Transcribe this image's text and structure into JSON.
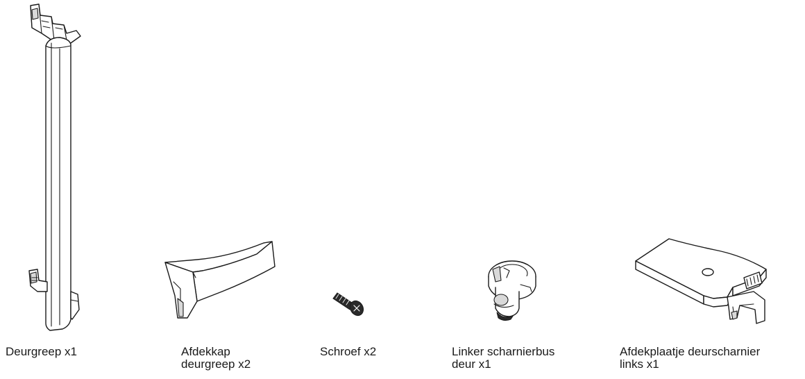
{
  "parts": [
    {
      "name": "deurgreep",
      "label_lines": [
        "Deurgreep x1"
      ]
    },
    {
      "name": "afdekkap",
      "label_lines": [
        "Afdekkap",
        "deurgreep x2"
      ]
    },
    {
      "name": "schroef",
      "label_lines": [
        "Schroef x2"
      ]
    },
    {
      "name": "scharnierbus",
      "label_lines": [
        "Linker scharnierbus",
        "deur  x1"
      ]
    },
    {
      "name": "afdekplaatje",
      "label_lines": [
        "Afdekplaatje deurscharnier",
        "links x1"
      ]
    }
  ]
}
